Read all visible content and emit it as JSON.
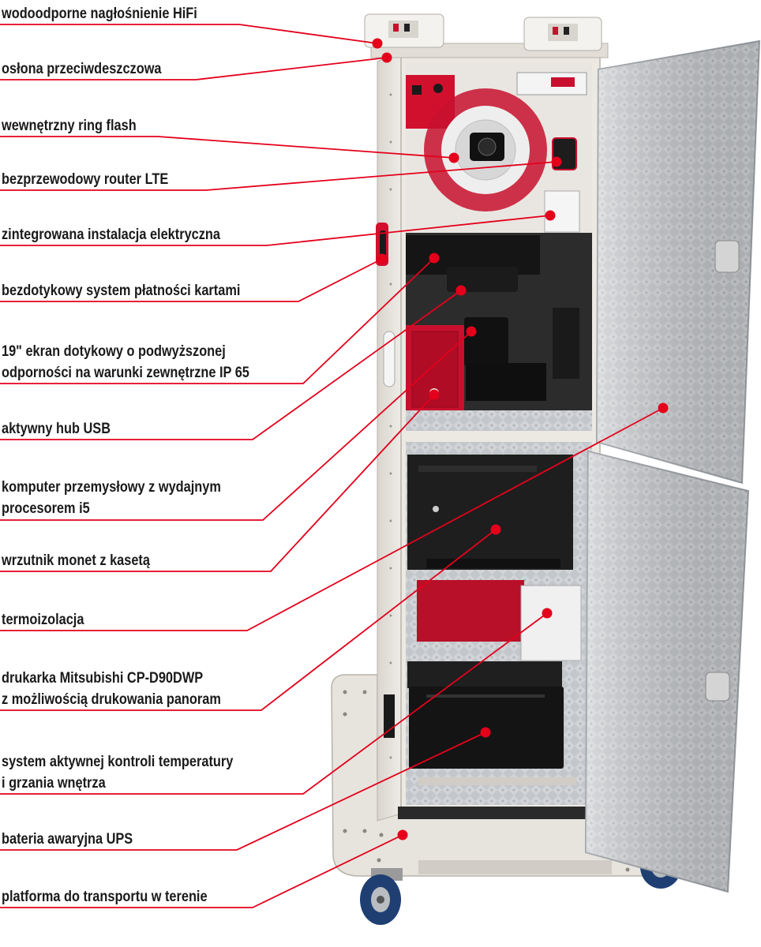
{
  "callouts": [
    {
      "id": "speakers",
      "lines": [
        "wodoodporne nagłośnienie HiFi"
      ]
    },
    {
      "id": "rain-cover",
      "lines": [
        "osłona przeciwdeszczowa"
      ]
    },
    {
      "id": "ring-flash",
      "lines": [
        "wewnętrzny ring flash"
      ]
    },
    {
      "id": "lte-router",
      "lines": [
        "bezprzewodowy router LTE"
      ]
    },
    {
      "id": "electrical",
      "lines": [
        "zintegrowana instalacja elektryczna"
      ]
    },
    {
      "id": "contactless",
      "lines": [
        "bezdotykowy system płatności kartami"
      ]
    },
    {
      "id": "touchscreen",
      "lines": [
        "19\" ekran dotykowy o podwyższonej",
        "odporności na warunki zewnętrzne IP 65"
      ]
    },
    {
      "id": "usb-hub",
      "lines": [
        "aktywny hub USB"
      ]
    },
    {
      "id": "computer",
      "lines": [
        "komputer przemysłowy z wydajnym",
        "procesorem i5"
      ]
    },
    {
      "id": "coin",
      "lines": [
        "wrzutnik monet z kasetą"
      ]
    },
    {
      "id": "insulation",
      "lines": [
        "termoizolacja"
      ]
    },
    {
      "id": "printer",
      "lines": [
        "drukarka Mitsubishi CP-D90DWP",
        "z możliwością drukowania panoram"
      ]
    },
    {
      "id": "temperature",
      "lines": [
        "system aktywnej kontroli temperatury",
        "i grzania wnętrza"
      ]
    },
    {
      "id": "ups",
      "lines": [
        "bateria awaryjna UPS"
      ]
    },
    {
      "id": "platform",
      "lines": [
        "platforma do transportu w terenie"
      ]
    }
  ],
  "colors": {
    "leader": "#e4001b",
    "text": "#1a1a1a",
    "cabinet": "#ece9e3",
    "interior_red": "#c8102e",
    "device_black": "#1c1c1c",
    "foil": "#b9bcc0"
  }
}
